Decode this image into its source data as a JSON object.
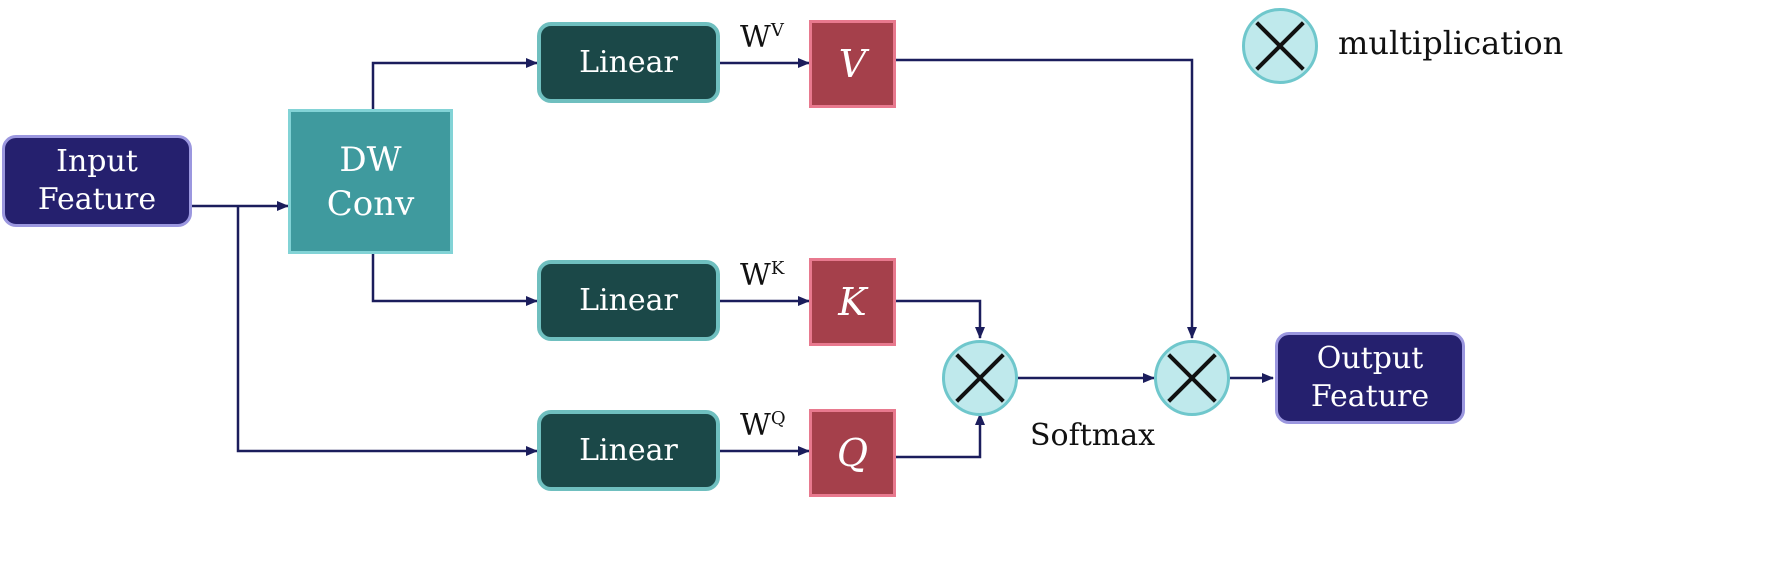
{
  "input_feature": {
    "line1": "Input",
    "line2": "Feature"
  },
  "dw_conv": {
    "line1": "DW",
    "line2": "Conv"
  },
  "linear_label": "Linear",
  "weights": {
    "v": {
      "base": "W",
      "sup": "V"
    },
    "k": {
      "base": "W",
      "sup": "K"
    },
    "q": {
      "base": "W",
      "sup": "Q"
    }
  },
  "matrices": {
    "v": "V",
    "k": "K",
    "q": "Q"
  },
  "softmax_label": "Softmax",
  "output_feature": {
    "line1": "Output",
    "line2": "Feature"
  },
  "legend": {
    "icon": "multiplication-circle-icon",
    "label": "multiplication"
  },
  "colors": {
    "io_fill": "#25206e",
    "dw_fill": "#3f9a9e",
    "linear_fill": "#1b4848",
    "matrix_fill": "#a5404b",
    "mult_fill": "#bfe9ec",
    "wire": "#1b1d5c"
  }
}
